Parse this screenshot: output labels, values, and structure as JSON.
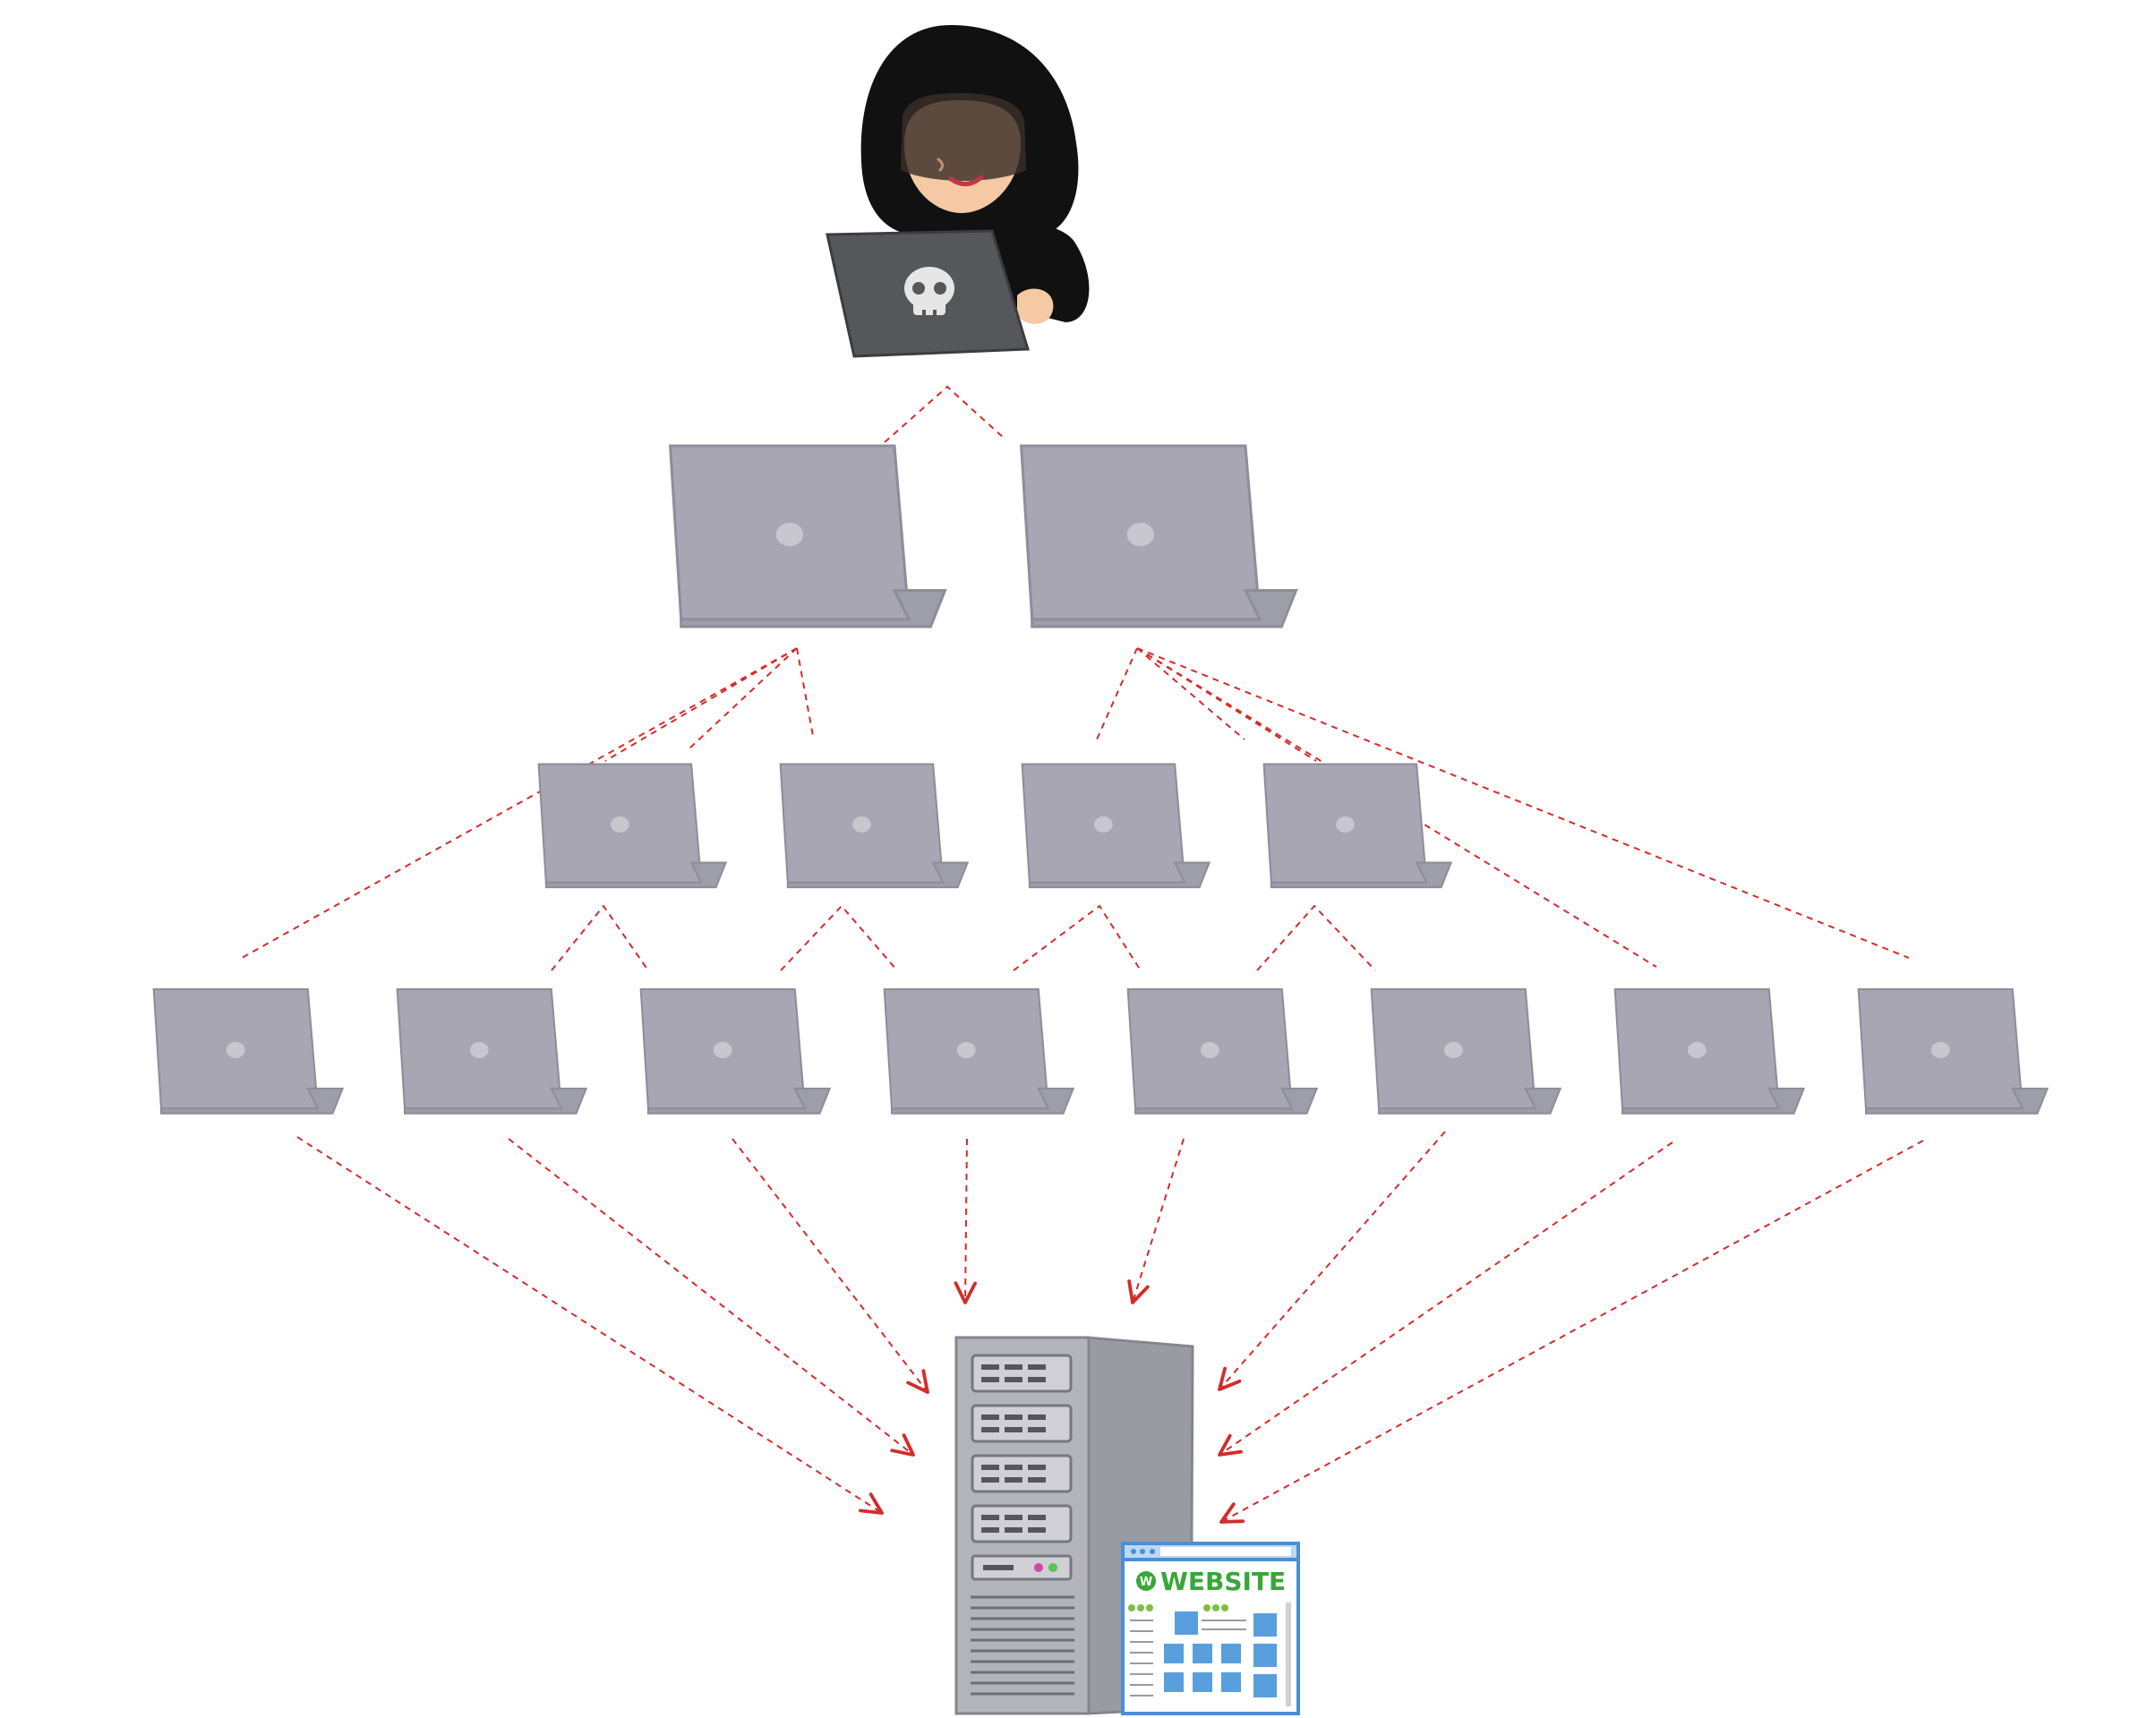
{
  "scene": "ddos-botnet-attack",
  "attacker": {
    "icon": "hooded-hacker-icon",
    "laptop_lid_icon": "skull-icon"
  },
  "laptop_icon": "laptop-icon",
  "tiers": [
    {
      "name": "tier-1",
      "count": 2
    },
    {
      "name": "tier-2",
      "count": 4
    },
    {
      "name": "tier-3",
      "count": 8
    }
  ],
  "target": {
    "server_icon": "server-tower-icon",
    "website_icon": "website-window-icon",
    "website_label": "WEBSITE",
    "website_logo_letter": "W"
  },
  "colors": {
    "link": "#d42b2b",
    "laptop_body": "#a7a6b2",
    "laptop_outline": "#8e8d99",
    "laptop_dot": "#c8c7d0",
    "hood": "#111111",
    "skin": "#f4c9a3",
    "attacker_laptop": "#55575b",
    "server": "#a9a9b0",
    "website_frame": "#4a8fd6",
    "website_title": "#3aa63a",
    "website_tile": "#5a9fdd"
  }
}
